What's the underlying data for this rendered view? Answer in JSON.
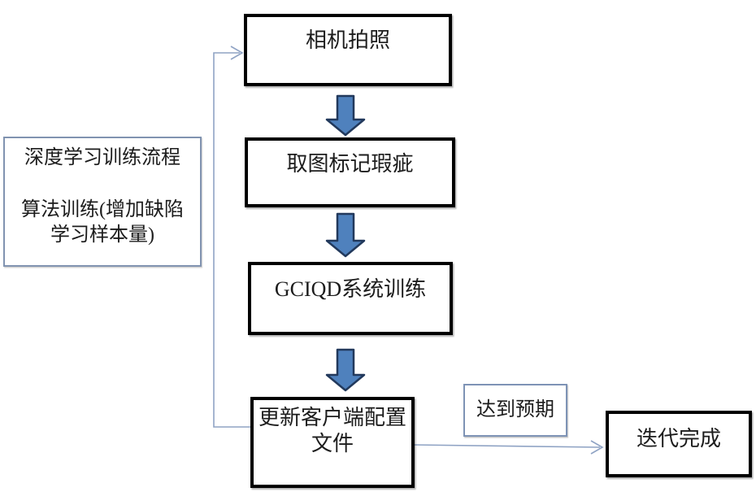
{
  "diagram": {
    "nodes": {
      "camera": {
        "label": "相机拍照"
      },
      "mark_defects": {
        "label": "取图标记瑕疵"
      },
      "gciqd_training": {
        "label": "GCIQD系统训练"
      },
      "update_config": {
        "lines": [
          "更新客户端配置",
          "文件"
        ]
      },
      "side_note": {
        "lines": [
          "深度学习训练流程",
          "算法训练(增加缺陷",
          "学习样本量)"
        ]
      },
      "expectation": {
        "label": "达到预期"
      },
      "iteration_done": {
        "label": "迭代完成"
      }
    },
    "edges": [
      {
        "from": "相机拍照",
        "to": "取图标记瑕疵",
        "type": "block-arrow"
      },
      {
        "from": "取图标记瑕疵",
        "to": "GCIQD系统训练",
        "type": "block-arrow"
      },
      {
        "from": "GCIQD系统训练",
        "to": "更新客户端配置文件",
        "type": "block-arrow"
      },
      {
        "from": "更新客户端配置文件",
        "to": "相机拍照",
        "type": "feedback-line"
      },
      {
        "from": "更新客户端配置文件",
        "to": "迭代完成",
        "label": "达到预期",
        "type": "line"
      }
    ],
    "colors": {
      "box_border": "#000000",
      "side_border": "#8193b0",
      "label_border": "#7e93b5",
      "connector": "#8fa3c4",
      "arrow_fill": "#4f81bd",
      "arrow_stroke": "#22395c",
      "text": "#1c1c1c",
      "background": "#ffffff"
    }
  }
}
